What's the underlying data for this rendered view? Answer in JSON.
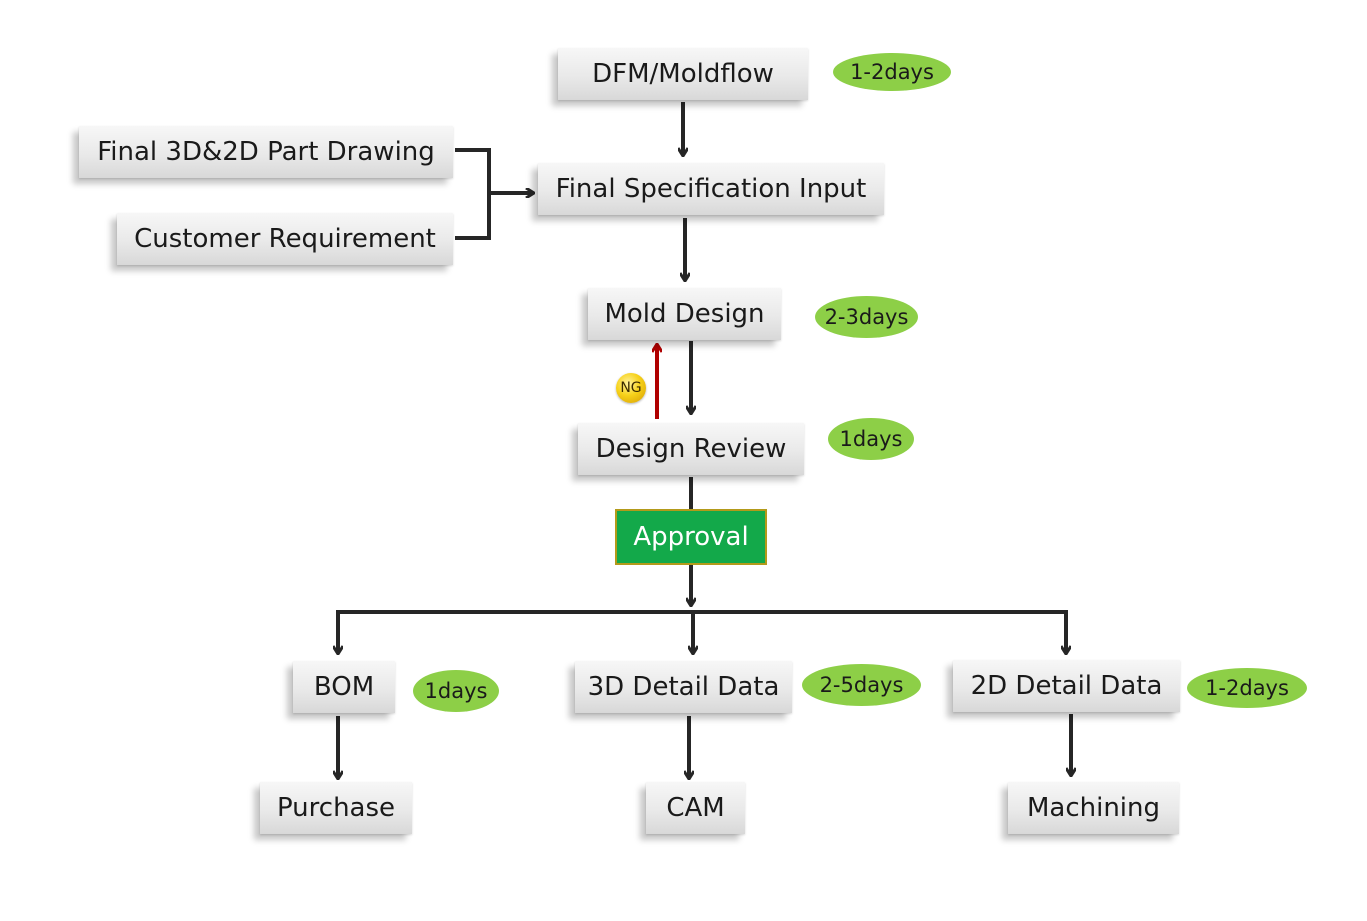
{
  "diagram": {
    "nodes": {
      "dfm": "DFM/Moldflow",
      "part_drawing": "Final 3D&2D Part Drawing",
      "customer_req": "Customer Requirement",
      "spec_input": "Final Specification Input",
      "mold_design": "Mold Design",
      "design_review": "Design Review",
      "approval": "Approval",
      "bom": "BOM",
      "detail_3d": "3D Detail Data",
      "detail_2d": "2D Detail Data",
      "purchase": "Purchase",
      "cam": "CAM",
      "machining": "Machining"
    },
    "durations": {
      "dfm": "1-2days",
      "mold_design": "2-3days",
      "design_review": "1days",
      "bom": "1days",
      "detail_3d": "2-5days",
      "detail_2d": "1-2days"
    },
    "ng_label": "NG"
  },
  "colors": {
    "arrow": "#262626",
    "ng_arrow": "#b00000",
    "approval_fill": "#13a94a",
    "badge_fill": "#8dcf47",
    "ng_badge": "#f7d21a"
  }
}
